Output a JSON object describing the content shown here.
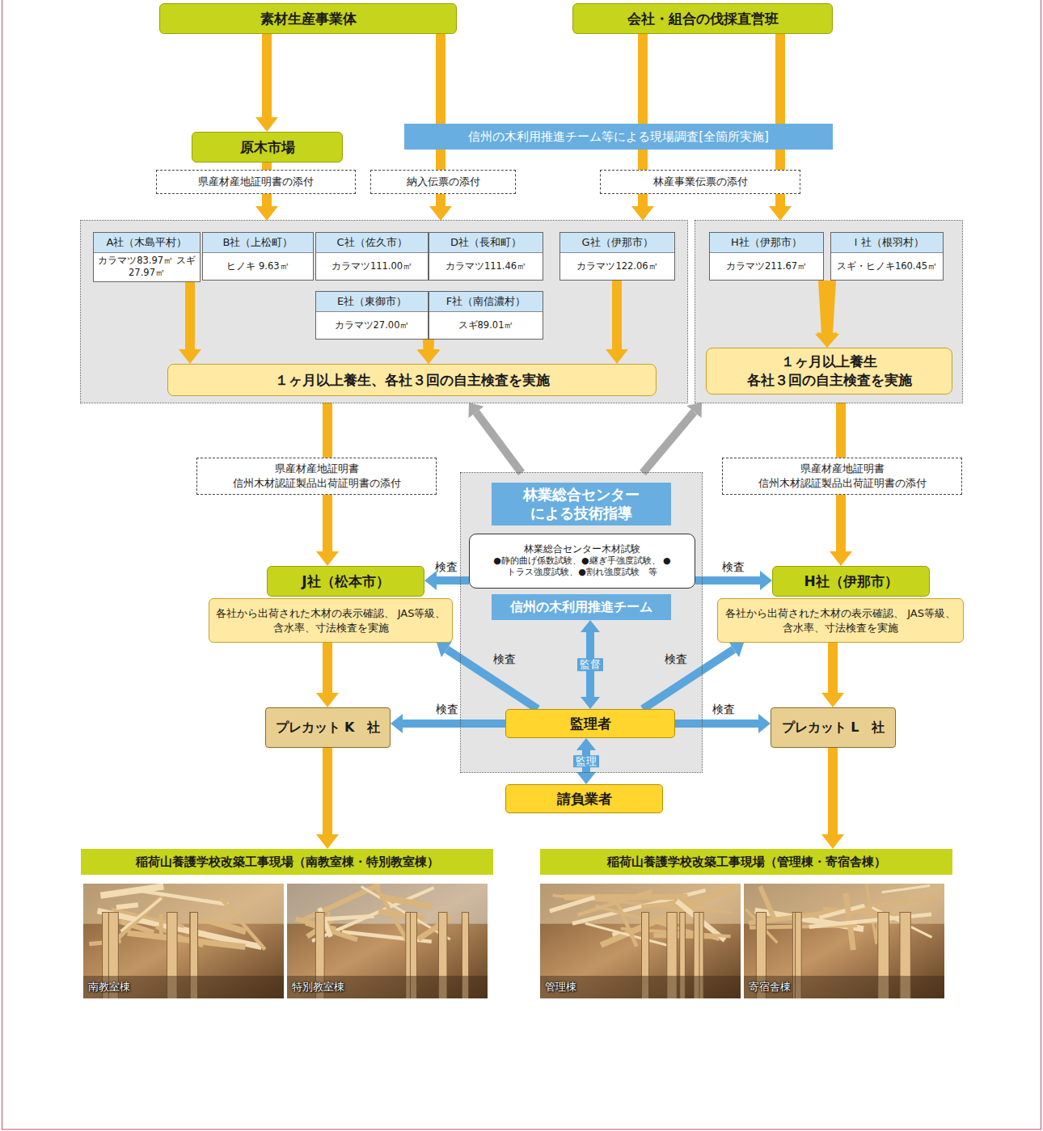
{
  "diagram": {
    "nodes": [
      {
        "text": [
          "素材生産事業体"
        ]
      },
      {
        "text": [
          "会社・組合の伐採直営班"
        ]
      },
      {
        "text": [
          "原木市場"
        ]
      },
      {
        "text": [
          "信州の木利用推進チーム等による現場調査[全箇所実施]"
        ]
      },
      {
        "text": [
          "県産材産地証明書の添付"
        ]
      },
      {
        "text": [
          "納入伝票の添付"
        ]
      },
      {
        "text": [
          "林産事業伝票の添付"
        ]
      },
      {
        "text": []
      },
      {
        "text": [
          "A社（木島平村）",
          "カラマツ83.97㎥ スギ 27.97㎥"
        ],
        "in": 7
      },
      {
        "text": [
          "B社（上松町）",
          "ヒノキ 9.63㎥"
        ],
        "in": 7
      },
      {
        "text": [
          "C社（佐久市）",
          "カラマツ111.00㎥"
        ],
        "in": 7
      },
      {
        "text": [
          "D社（長和町）",
          "カラマツ111.46㎥"
        ],
        "in": 7
      },
      {
        "text": [
          "G社（伊那市）",
          "カラマツ122.06㎥"
        ],
        "in": 7
      },
      {
        "text": [
          "E社（東御市）",
          "カラマツ27.00㎥"
        ],
        "in": 7
      },
      {
        "text": [
          "F社（南信濃村）",
          "スギ89.01㎥"
        ],
        "in": 7
      },
      {
        "text": [
          "１ヶ月以上養生、各社３回の自主検査を実施"
        ],
        "in": 7
      },
      {
        "text": []
      },
      {
        "text": [
          "H社（伊那市）",
          "カラマツ211.67㎥"
        ],
        "in": 16
      },
      {
        "text": [
          "Ｉ社（根羽村）",
          "スギ・ヒノキ160.45㎥"
        ],
        "in": 16
      },
      {
        "text": [
          "１ヶ月以上養生 各社３回の自主検査を実施"
        ],
        "in": 16
      },
      {
        "text": [
          "県産材産地証明書 信州木材認証製品出荷証明書の添付"
        ]
      },
      {
        "text": [
          "県産材産地証明書 信州木材認証製品出荷証明書の添付"
        ]
      },
      {
        "text": []
      },
      {
        "text": [
          "林業総合センター による技術指導"
        ],
        "in": 22
      },
      {
        "text": [
          "林業総合センター木材試験",
          "●静的曲げ係数試験、●継ぎ手強度試験、 ●トラス強度試験、●割れ強度試験　等"
        ],
        "in": 22
      },
      {
        "text": [
          "信州の木利用推進チーム"
        ],
        "in": 22
      },
      {
        "text": [
          "監理者"
        ],
        "in": 22
      },
      {
        "text": [
          "J社（松本市）"
        ]
      },
      {
        "text": [
          "各社から出荷された木材の表示確認、 JAS等級、含水率、寸法検査を実施"
        ]
      },
      {
        "text": [
          "H社（伊那市）"
        ]
      },
      {
        "text": [
          "各社から出荷された木材の表示確認、 JAS等級、含水率、寸法検査を実施"
        ]
      },
      {
        "text": [
          "プレカット K　社"
        ]
      },
      {
        "text": [
          "プレカット L　社"
        ]
      },
      {
        "text": [
          "請負業者"
        ]
      },
      {
        "text": [
          "稲荷山養護学校改築工事現場（南教室棟・特別教室棟）"
        ]
      },
      {
        "text": [
          "稲荷山養護学校改築工事現場（管理棟・寄宿舎棟）"
        ]
      }
    ],
    "edges": [
      {
        "from": 0,
        "to": 2,
        "arrow": "to"
      },
      {
        "from": 2,
        "to": 4,
        "arrow": "none"
      },
      {
        "from": 4,
        "to": 7,
        "arrow": "to"
      },
      {
        "from": 0,
        "to": 5,
        "arrow": "none"
      },
      {
        "from": 5,
        "to": 7,
        "arrow": "to"
      },
      {
        "from": 1,
        "to": 6,
        "arrow": "none"
      },
      {
        "from": 1,
        "to": 6,
        "arrow": "none"
      },
      {
        "from": 6,
        "to": 7,
        "arrow": "to"
      },
      {
        "from": 6,
        "to": 16,
        "arrow": "to"
      },
      {
        "from": 8,
        "to": 15,
        "arrow": "to"
      },
      {
        "from": 13,
        "to": 15,
        "arrow": "to"
      },
      {
        "from": 14,
        "to": 15,
        "arrow": "to"
      },
      {
        "from": 12,
        "to": 15,
        "arrow": "to"
      },
      {
        "from": 17,
        "to": 19,
        "arrow": "to"
      },
      {
        "from": 18,
        "to": 19,
        "arrow": "to"
      },
      {
        "from": 7,
        "to": 20,
        "arrow": "none"
      },
      {
        "from": 20,
        "to": 27,
        "arrow": "to"
      },
      {
        "from": 16,
        "to": 21,
        "arrow": "none"
      },
      {
        "from": 21,
        "to": 29,
        "arrow": "to"
      },
      {
        "from": 22,
        "to": 7,
        "arrow": "to"
      },
      {
        "from": 22,
        "to": 16,
        "arrow": "to"
      },
      {
        "from": 24,
        "to": 27,
        "arrow": "to",
        "label": "検査"
      },
      {
        "from": 24,
        "to": 29,
        "arrow": "to",
        "label": "検査"
      },
      {
        "from": 26,
        "to": 28,
        "arrow": "to",
        "label": "検査"
      },
      {
        "from": 26,
        "to": 30,
        "arrow": "to",
        "label": "検査"
      },
      {
        "from": 26,
        "to": 31,
        "arrow": "to",
        "label": "検査"
      },
      {
        "from": 26,
        "to": 32,
        "arrow": "to",
        "label": "検査"
      },
      {
        "from": 26,
        "to": 25,
        "arrow": "both",
        "label": "監督"
      },
      {
        "from": 26,
        "to": 33,
        "arrow": "both",
        "label": "監理"
      },
      {
        "from": 28,
        "to": 31,
        "arrow": "to"
      },
      {
        "from": 30,
        "to": 32,
        "arrow": "to"
      },
      {
        "from": 31,
        "to": 34,
        "arrow": "to"
      },
      {
        "from": 32,
        "to": 35,
        "arrow": "to"
      }
    ],
    "labels": [
      "南教室棟",
      "特別教室棟",
      "管理棟",
      "寄宿舎棟"
    ]
  }
}
